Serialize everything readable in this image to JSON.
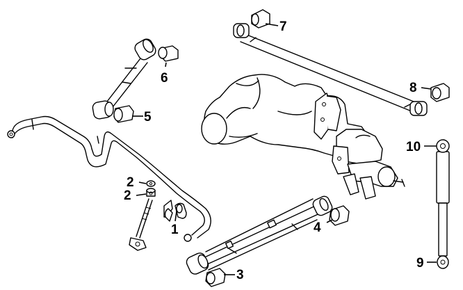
{
  "callouts": [
    {
      "id": "1",
      "text": "1"
    },
    {
      "id": "2a",
      "text": "2"
    },
    {
      "id": "2b",
      "text": "2"
    },
    {
      "id": "3",
      "text": "3"
    },
    {
      "id": "4",
      "text": "4"
    },
    {
      "id": "5",
      "text": "5"
    },
    {
      "id": "6",
      "text": "6"
    },
    {
      "id": "7",
      "text": "7"
    },
    {
      "id": "8",
      "text": "8"
    },
    {
      "id": "9",
      "text": "9"
    },
    {
      "id": "10",
      "text": "10"
    }
  ]
}
